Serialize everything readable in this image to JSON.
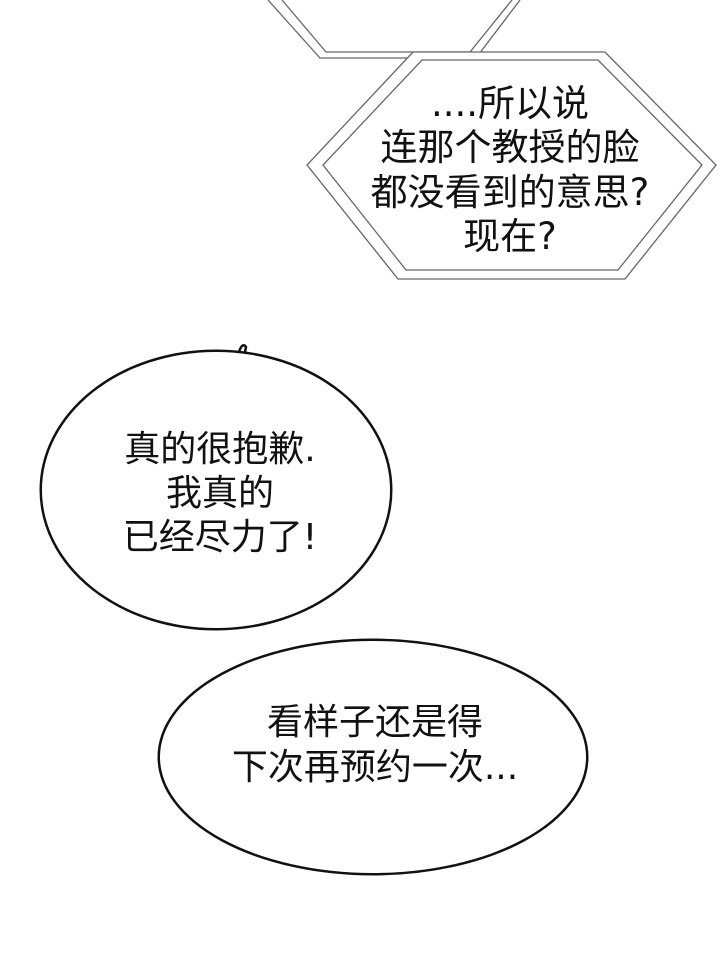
{
  "panel": {
    "hex_bubble": {
      "lines": [
        "....所以说",
        "连那个教授的脸",
        "都没看到的意思?",
        "现在?"
      ]
    },
    "speech_bubble_1": {
      "lines": [
        "真的很抱歉.",
        "我真的",
        "已经尽力了!"
      ]
    },
    "speech_bubble_2": {
      "lines": [
        "看样子还是得",
        "下次再预约一次..."
      ]
    }
  },
  "colors": {
    "ink": "#111111",
    "hex_line": "#555555",
    "background": "#ffffff"
  }
}
